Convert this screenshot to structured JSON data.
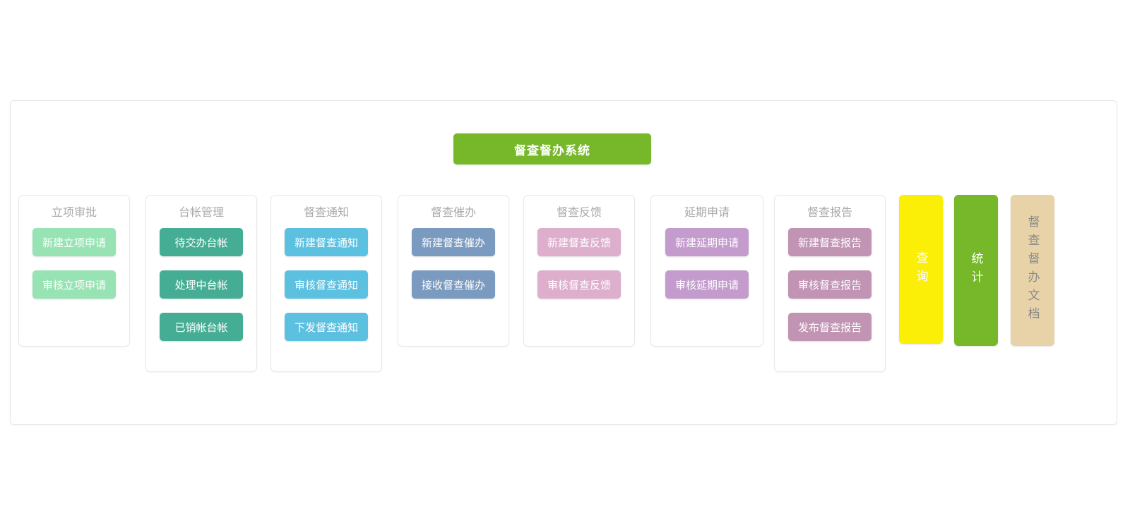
{
  "app": {
    "title": "督查督办系统",
    "title_bg": "#76b82a",
    "title_color": "#ffffff"
  },
  "groups": [
    {
      "title": "立项审批",
      "color": "#97e3b4",
      "buttons": [
        {
          "label": "新建立项申请"
        },
        {
          "label": "审核立项申请"
        }
      ]
    },
    {
      "title": "台帐管理",
      "color": "#46ad95",
      "buttons": [
        {
          "label": "待交办台帐"
        },
        {
          "label": "处理中台帐"
        },
        {
          "label": "已销帐台帐"
        }
      ]
    },
    {
      "title": "督查通知",
      "color": "#5cc0e0",
      "buttons": [
        {
          "label": "新建督查通知"
        },
        {
          "label": "审核督查通知"
        },
        {
          "label": "下发督查通知"
        }
      ]
    },
    {
      "title": "督查催办",
      "color": "#7b9abf",
      "buttons": [
        {
          "label": "新建督查催办"
        },
        {
          "label": "接收督查催办"
        }
      ]
    },
    {
      "title": "督查反馈",
      "color": "#ddafcd",
      "buttons": [
        {
          "label": "新建督查反馈"
        },
        {
          "label": "审核督查反馈"
        }
      ]
    },
    {
      "title": "延期申请",
      "color": "#c39bcc",
      "buttons": [
        {
          "label": "新建延期申请"
        },
        {
          "label": "审核延期申请"
        }
      ]
    },
    {
      "title": "督查报告",
      "color": "#c194b4",
      "buttons": [
        {
          "label": "新建督查报告"
        },
        {
          "label": "审核督查报告"
        },
        {
          "label": "发布督查报告"
        }
      ]
    }
  ],
  "side_buttons": [
    {
      "label": "查询",
      "color": "#fbee07",
      "text_color": "#ffffff"
    },
    {
      "label": "统计",
      "color": "#76b82a",
      "text_color": "#ffffff"
    },
    {
      "label": "督查督办文档",
      "color": "#e8d3a8",
      "text_color": "#8a8a8a"
    }
  ]
}
